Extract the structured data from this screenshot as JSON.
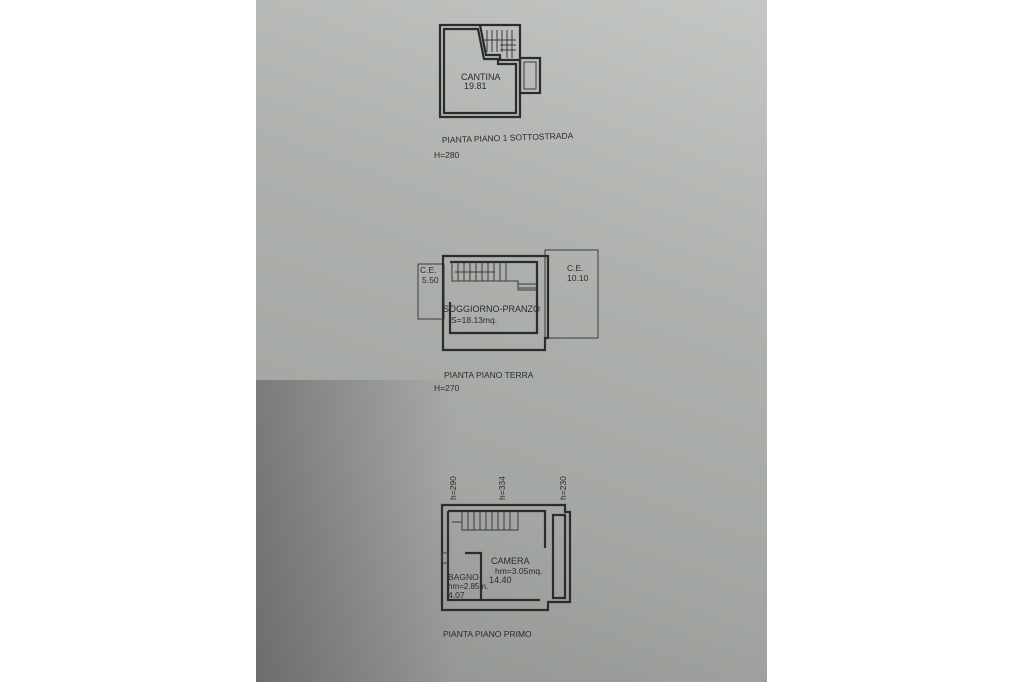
{
  "plans": [
    {
      "title": "PIANTA PIANO 1 SOTTOSTRADA",
      "height": "H=280",
      "rooms": [
        {
          "name": "CANTINA",
          "area": "19.81"
        }
      ]
    },
    {
      "title": "PIANTA PIANO TERRA",
      "height": "H=270",
      "rooms": [
        {
          "name": "SOGGIORNO-PRANZO",
          "area": "S=18.13mq."
        },
        {
          "name": "C.E.",
          "area": "5.50"
        },
        {
          "name": "C.E.",
          "area": "10.10"
        }
      ]
    },
    {
      "title": "PIANTA PIANO PRIMO",
      "heights": [
        "h=290",
        "h=334",
        "h=230"
      ],
      "rooms": [
        {
          "name": "CAMERA",
          "hm": "hm=3.05mq.",
          "area": "14.40"
        },
        {
          "name": "BAGNO",
          "hm": "hm=2.85m.",
          "area": "4.07"
        }
      ]
    }
  ]
}
